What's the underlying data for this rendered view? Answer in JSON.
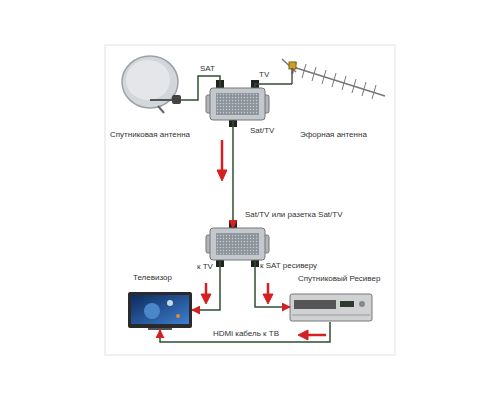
{
  "diagram": {
    "nodes": [
      {
        "text": [
          "Спутниковая антенна"
        ]
      },
      {
        "text": [
          "Sat/TV"
        ]
      },
      {
        "text": [
          "Эфорная антенна"
        ]
      },
      {
        "text": [
          "Sat/TV или разетка Sat/TV"
        ]
      },
      {
        "text": [
          "Телевизор"
        ]
      },
      {
        "text": [
          "Спутниковый Ресивер"
        ]
      }
    ],
    "edges": [
      {
        "from": 0,
        "to": 1,
        "arrow": "none",
        "label": "SAT"
      },
      {
        "from": 2,
        "to": 1,
        "arrow": "none",
        "label": "TV"
      },
      {
        "from": 1,
        "to": 3,
        "arrow": "to"
      },
      {
        "from": 3,
        "to": 4,
        "arrow": "to",
        "label": "к TV"
      },
      {
        "from": 3,
        "to": 5,
        "arrow": "to",
        "label": "к SAT ресиверу"
      },
      {
        "from": 5,
        "to": 4,
        "arrow": "to",
        "label": "HDMi кабель к ТВ"
      }
    ]
  }
}
